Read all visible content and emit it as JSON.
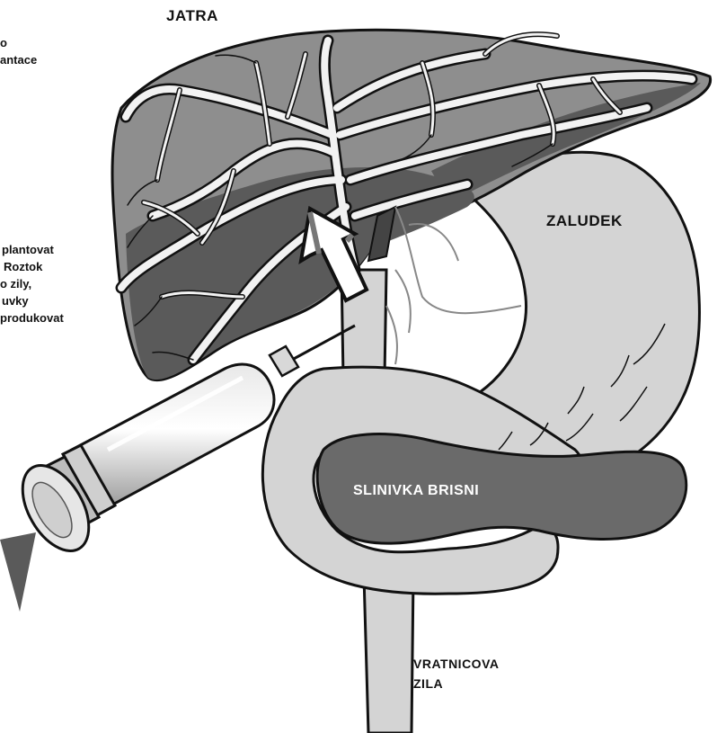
{
  "labels": {
    "liver": "JATRA",
    "stomach": "ZALUDEK",
    "pancreas": "SLINIVKA BRISNI",
    "portal_vein_line1": "VRATNICOVA",
    "portal_vein_line2": "ZILA"
  },
  "cropped_text_top": [
    "o",
    "antace"
  ],
  "cropped_text_middle": [
    "plantovat",
    "Roztok",
    "o zily,",
    "uvky",
    "produkovat"
  ],
  "colors": {
    "liver_light": "#8e8e8e",
    "liver_dark": "#5a5a5a",
    "stomach": "#d4d4d4",
    "pancreas": "#6a6a6a",
    "vessels": "#f2f2f2",
    "outline": "#111111"
  }
}
